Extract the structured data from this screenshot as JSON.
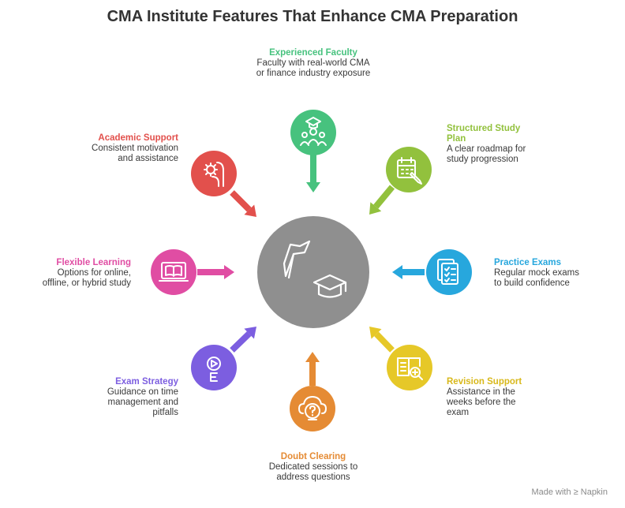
{
  "title": "CMA Institute Features That Enhance CMA Preparation",
  "watermark": "Made with ≥ Napkin",
  "center_icon": "notepad-graduation-cap-icon",
  "features": [
    {
      "id": "experienced-faculty",
      "title": "Experienced Faculty",
      "desc": "Faculty with real-world CMA or finance industry exposure",
      "color": "#47c27e",
      "icon": "teacher-students-icon"
    },
    {
      "id": "structured-study-plan",
      "title": "Structured Study Plan",
      "desc": "A clear roadmap for study progression",
      "color": "#92c13d",
      "icon": "calendar-pencil-icon"
    },
    {
      "id": "practice-exams",
      "title": "Practice Exams",
      "desc": "Regular mock exams to build confidence",
      "color": "#27a7dd",
      "icon": "checklist-stack-icon"
    },
    {
      "id": "revision-support",
      "title": "Revision Support",
      "desc": "Assistance in the weeks before the exam",
      "color": "#e6c828",
      "icon": "book-magnifier-icon"
    },
    {
      "id": "doubt-clearing",
      "title": "Doubt Clearing",
      "desc": "Dedicated sessions to address questions",
      "color": "#e58b34",
      "icon": "question-cloud-icon"
    },
    {
      "id": "exam-strategy",
      "title": "Exam Strategy",
      "desc": "Guidance on time management and pitfalls",
      "color": "#7c5ee0",
      "icon": "strategy-icon"
    },
    {
      "id": "flexible-learning",
      "title": "Flexible Learning",
      "desc": "Options for online, offline, or hybrid study",
      "color": "#e04da3",
      "icon": "laptop-book-icon"
    },
    {
      "id": "academic-support",
      "title": "Academic Support",
      "desc": "Consistent motivation and assistance",
      "color": "#e2504c",
      "icon": "hand-gear-icon"
    }
  ]
}
